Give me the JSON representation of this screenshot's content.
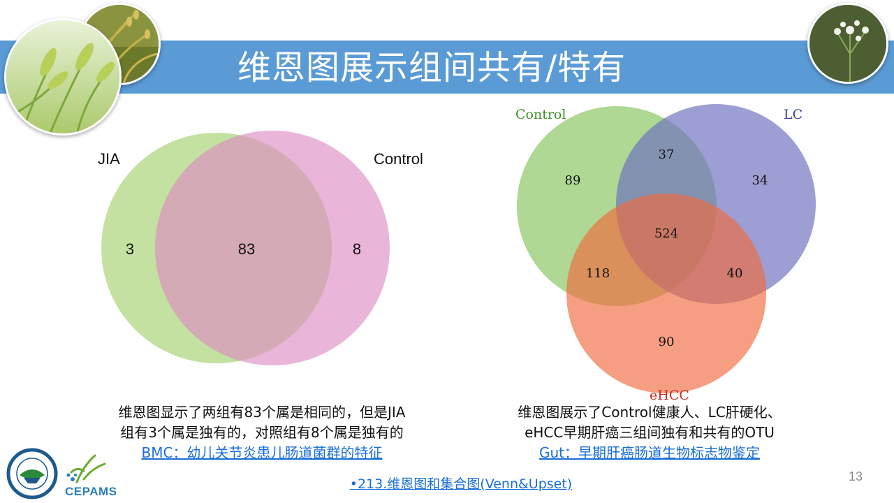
{
  "slide": {
    "title": "维恩图展示组间共有/特有",
    "page_number": "13",
    "footer_link": "•213.维恩图和集合图(Venn&Upset)",
    "logo_text": "CEPAMS"
  },
  "venn_left": {
    "set_a": "JIA",
    "set_b": "Control",
    "only_a": "3",
    "overlap": "83",
    "only_b": "8",
    "colors": {
      "a": "#b5d98a",
      "b": "#dc88c2"
    }
  },
  "venn_right": {
    "set_a": "Control",
    "set_b": "LC",
    "set_c": "eHCC",
    "only_a": "89",
    "a_b": "37",
    "only_b": "34",
    "a_b_c": "524",
    "a_c": "118",
    "b_c": "40",
    "only_c": "90",
    "colors": {
      "a": "#8fc96a",
      "b": "#6f70c0",
      "c": "#ef6a3e"
    }
  },
  "caption_left": {
    "line1": "维恩图显示了两组有83个属是相同的，但是JIA",
    "line2": "组有3个属是独有的，对照组有8个属是独有的",
    "link": "BMC：幼儿关节炎患儿肠道菌群的特征"
  },
  "caption_right": {
    "line1": "维恩图展示了Control健康人、LC肝硬化、",
    "line2": "eHCC早期肝癌三组间独有和共有的OTU",
    "link": "Gut：早期肝癌肠道生物标志物鉴定"
  }
}
